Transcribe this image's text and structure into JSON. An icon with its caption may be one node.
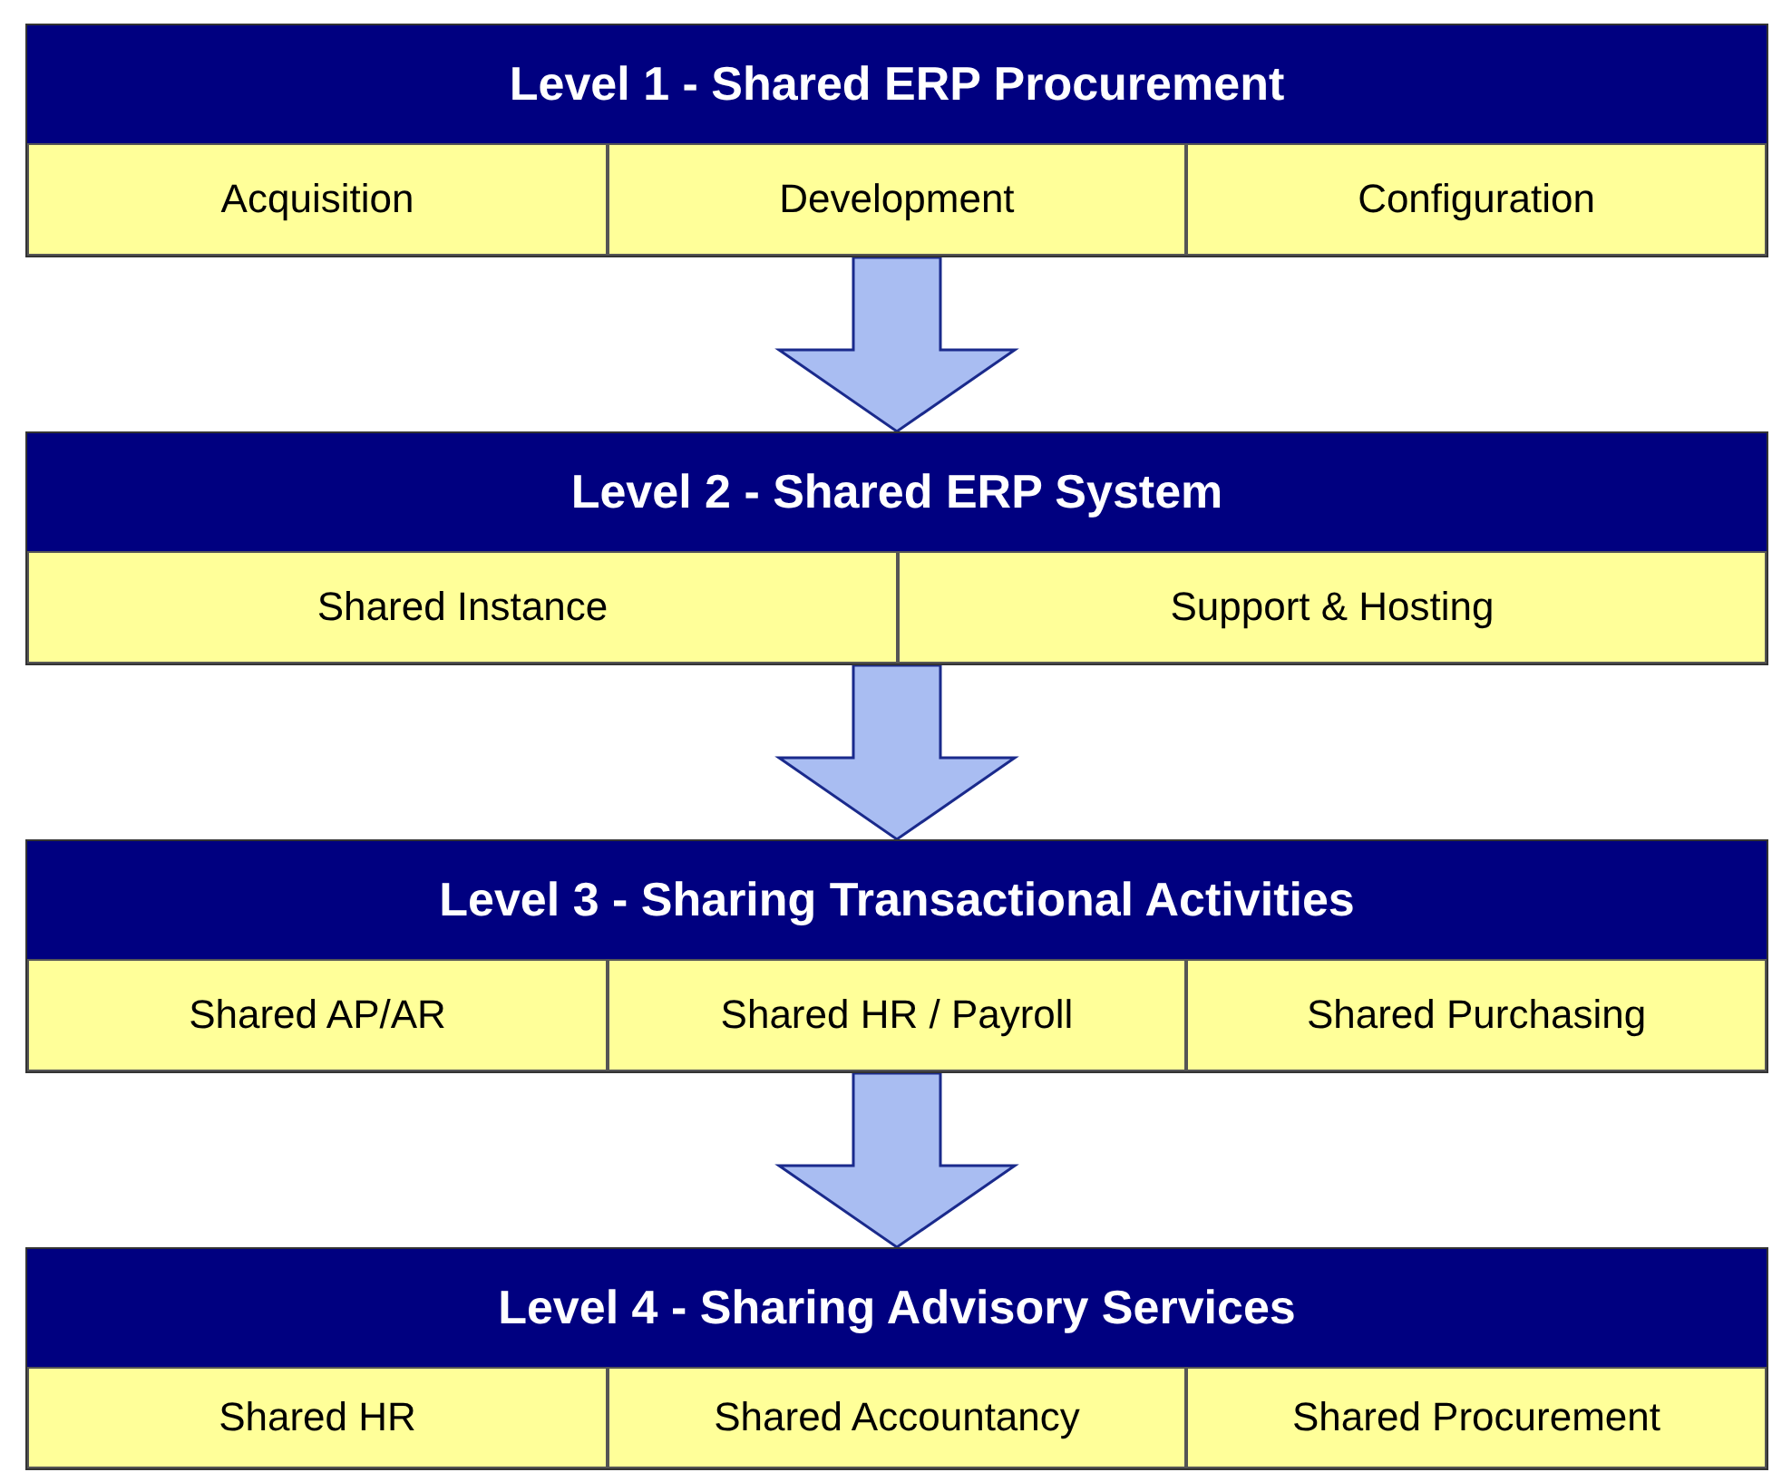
{
  "diagram": {
    "nodes": [
      {
        "text": [
          "Level 1 - Shared ERP Procurement"
        ]
      },
      {
        "text": [
          "Acquisition"
        ],
        "in": 0
      },
      {
        "text": [
          "Development"
        ],
        "in": 0
      },
      {
        "text": [
          "Configuration"
        ],
        "in": 0
      },
      {
        "text": [
          "Level 2 - Shared ERP System"
        ]
      },
      {
        "text": [
          "Shared Instance"
        ],
        "in": 4
      },
      {
        "text": [
          "Support & Hosting"
        ],
        "in": 4
      },
      {
        "text": [
          "Level 3 - Sharing Transactional Activities"
        ]
      },
      {
        "text": [
          "Shared AP/AR"
        ],
        "in": 7
      },
      {
        "text": [
          "Shared HR / Payroll"
        ],
        "in": 7
      },
      {
        "text": [
          "Shared Purchasing"
        ],
        "in": 7
      },
      {
        "text": [
          "Level 4 - Sharing Advisory Services"
        ]
      },
      {
        "text": [
          "Shared HR"
        ],
        "in": 11
      },
      {
        "text": [
          "Shared Accountancy"
        ],
        "in": 11
      },
      {
        "text": [
          "Shared Procurement"
        ],
        "in": 11
      }
    ],
    "edges": [
      {
        "from": 0,
        "to": 4,
        "arrow": "to",
        "style": "thick"
      },
      {
        "from": 4,
        "to": 7,
        "arrow": "to",
        "style": "thick"
      },
      {
        "from": 7,
        "to": 11,
        "arrow": "to",
        "style": "thick"
      }
    ]
  }
}
